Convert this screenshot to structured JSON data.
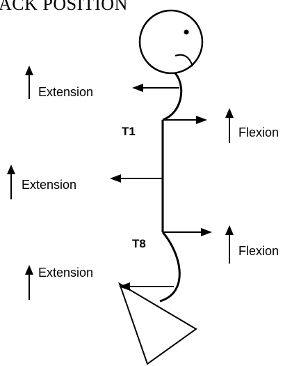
{
  "title": "ACK POSITION",
  "vertebra_labels": {
    "t1": "T1",
    "t8": "T8"
  },
  "force_labels": [
    {
      "id": "upper-extension",
      "text": "Extension"
    },
    {
      "id": "t1-flexion",
      "text": "Flexion"
    },
    {
      "id": "mid-extension",
      "text": "Extension"
    },
    {
      "id": "t8-flexion",
      "text": "Flexion"
    },
    {
      "id": "lower-extension",
      "text": "Extension"
    }
  ],
  "colors": {
    "ink": "#000000",
    "background": "#ffffff"
  }
}
